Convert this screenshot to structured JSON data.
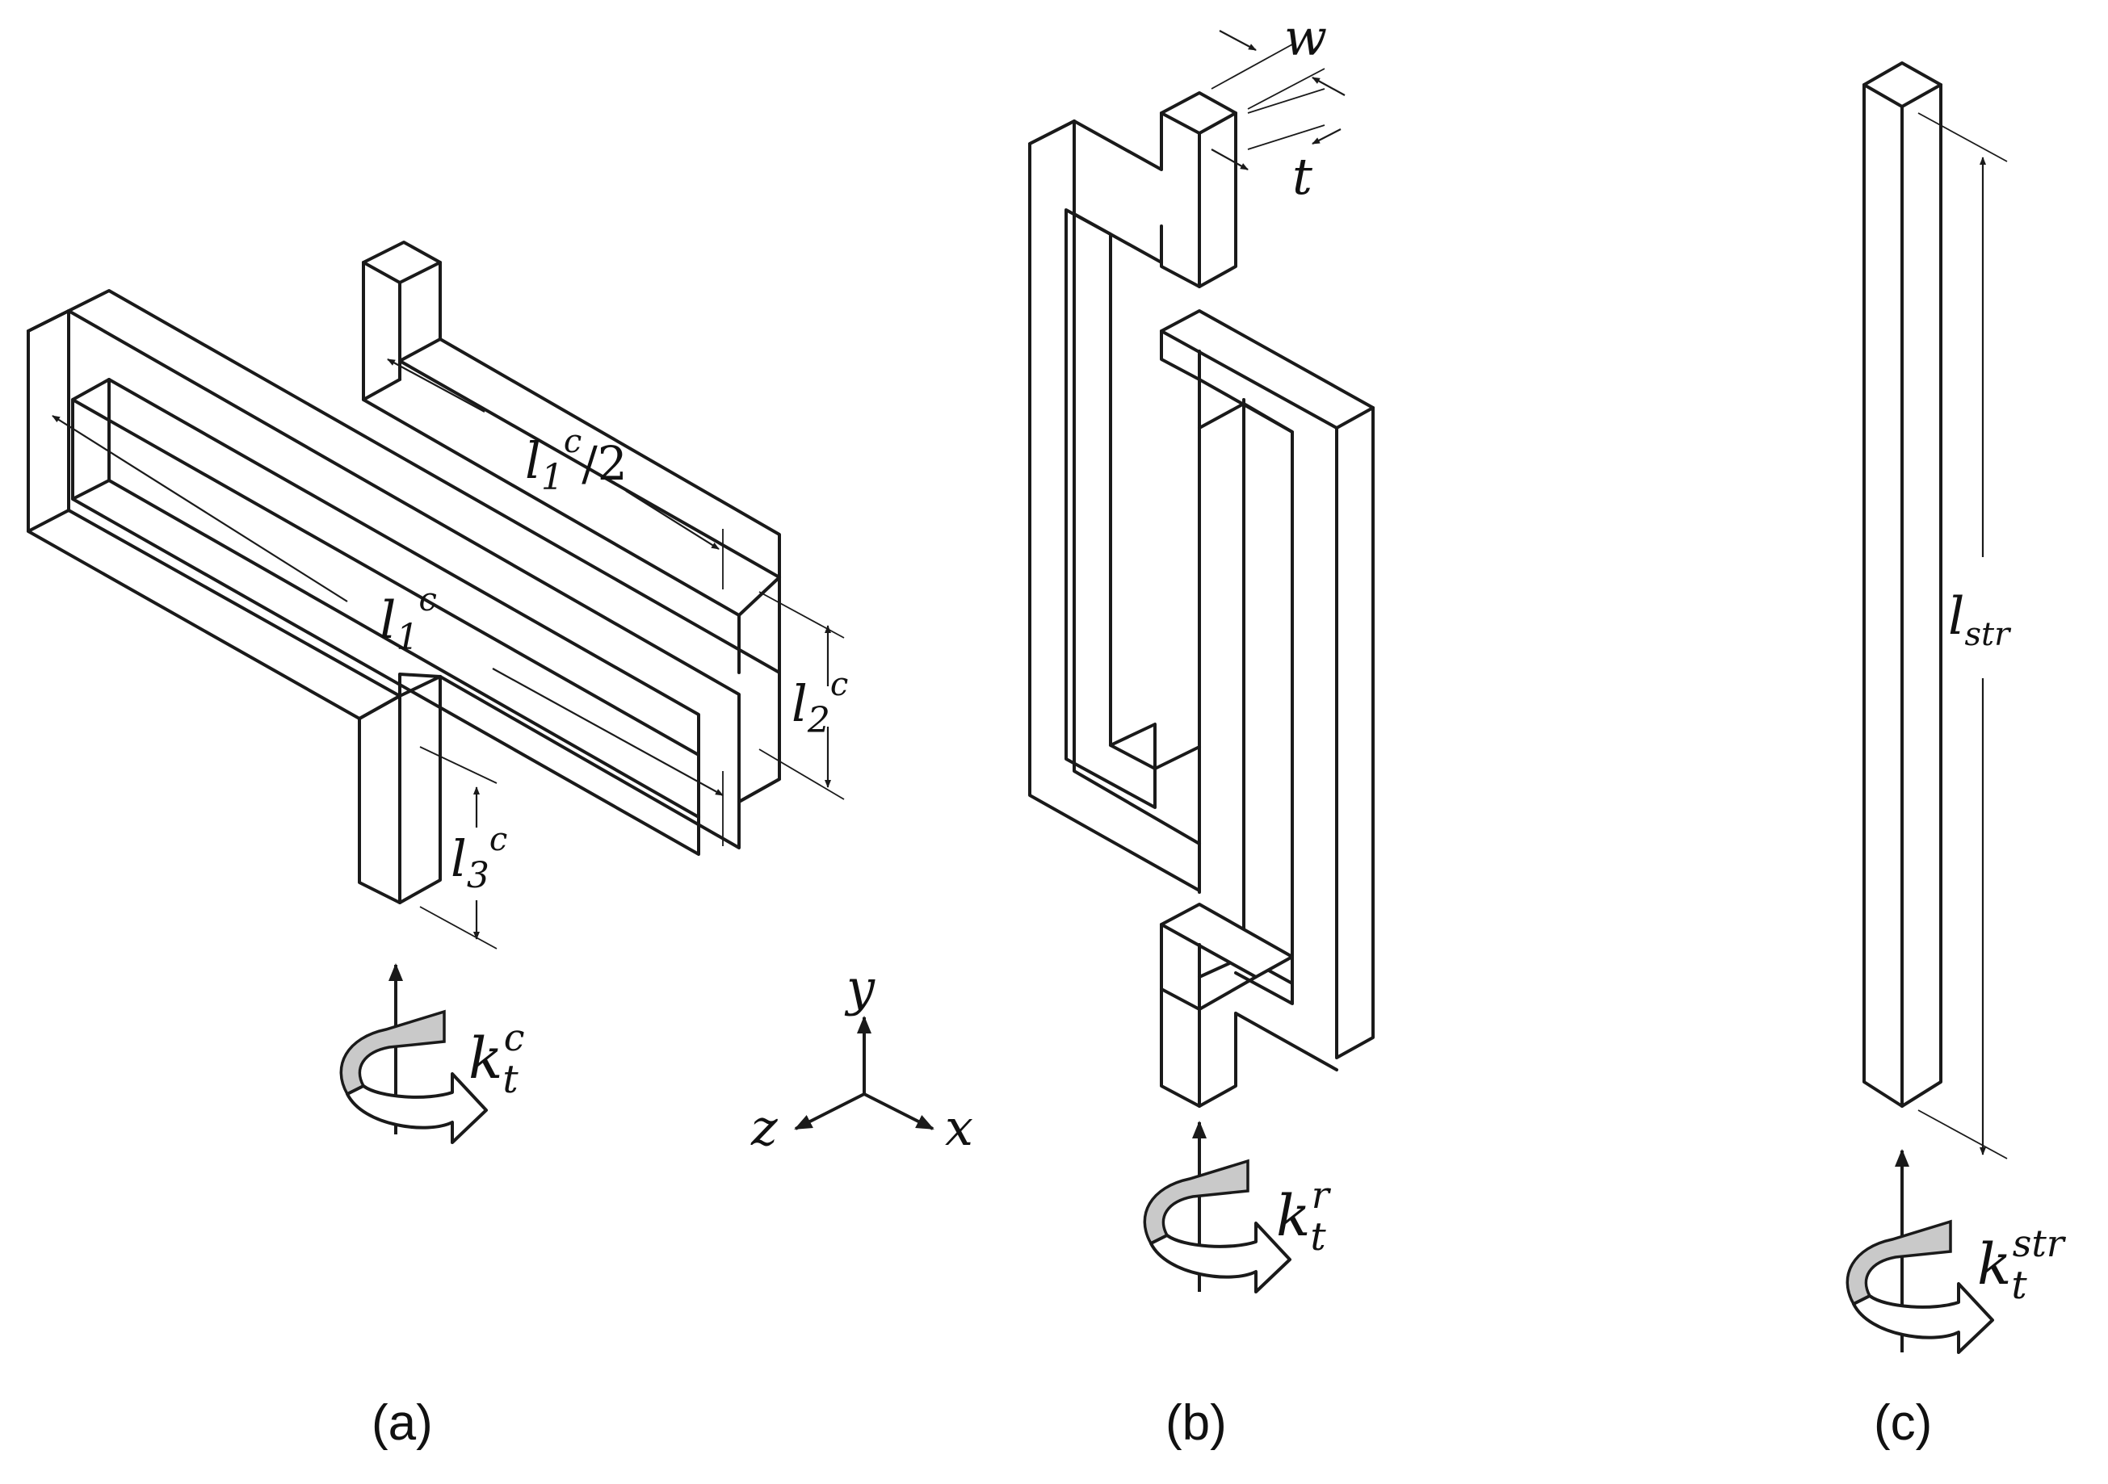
{
  "panels": [
    {
      "caption": "(a)",
      "dims": {
        "l1": "l",
        "l1_sub": "1",
        "l1_sup": "c",
        "l1half": "l",
        "l1half_sub": "1",
        "l1half_sup": "c",
        "l1half_tail": "/2",
        "l2": "l",
        "l2_sub": "2",
        "l2_sup": "c",
        "l3": "l",
        "l3_sub": "3",
        "l3_sup": "c"
      },
      "stiffness": {
        "base": "k",
        "sub": "t",
        "sup": "c"
      }
    },
    {
      "caption": "(b)",
      "dims": {
        "w": "w",
        "t": "t"
      },
      "stiffness": {
        "base": "k",
        "sub": "t",
        "sup": "r"
      }
    },
    {
      "caption": "(c)",
      "dims": {
        "lstr": "l",
        "lstr_sub": "str"
      },
      "stiffness": {
        "base": "k",
        "sub": "t",
        "sup": "str"
      }
    }
  ],
  "axes": {
    "y": "y",
    "z": "z",
    "x": "x"
  },
  "colors": {
    "line": "#1a1a1a",
    "band": "#c9c9c9",
    "background": "#ffffff"
  }
}
